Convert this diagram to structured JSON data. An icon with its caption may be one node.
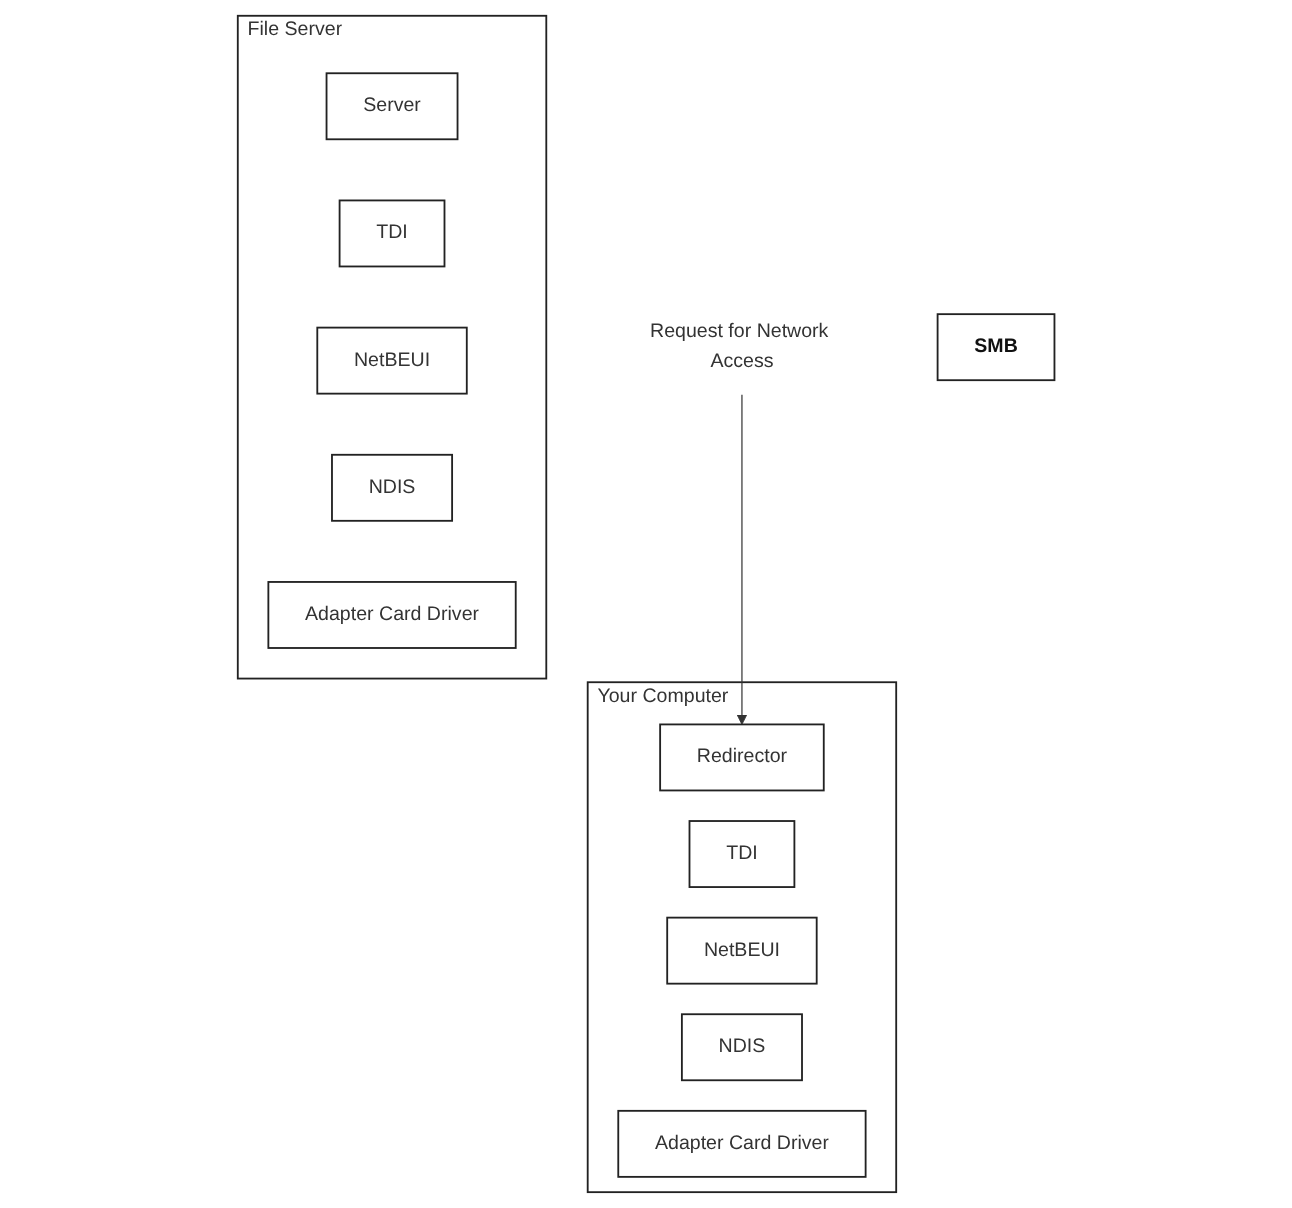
{
  "diagram": {
    "nodes": [
      {
        "text": [
          "Request for Network Access"
        ]
      },
      {
        "text": [
          "Your Computer"
        ]
      },
      {
        "text": [
          "Redirector"
        ],
        "in": 1
      },
      {
        "text": [
          "SMB"
        ]
      },
      {
        "text": [
          "TDI"
        ],
        "in": 1
      },
      {
        "text": [
          "NetBEUI"
        ],
        "in": 1
      },
      {
        "text": [
          "NDIS"
        ],
        "in": 1
      },
      {
        "text": [
          "Adapter Card Driver"
        ],
        "in": 1
      },
      {
        "text": [
          "File Server"
        ]
      },
      {
        "text": [
          "Server"
        ],
        "in": 8
      },
      {
        "text": [
          "TDI"
        ],
        "in": 8
      },
      {
        "text": [
          "NetBEUI"
        ],
        "in": 8
      },
      {
        "text": [
          "NDIS"
        ],
        "in": 8
      },
      {
        "text": [
          "Adapter Card Driver"
        ],
        "in": 8
      }
    ],
    "edges": [
      {
        "from": 0,
        "to": 2,
        "arrow": "to"
      }
    ]
  }
}
